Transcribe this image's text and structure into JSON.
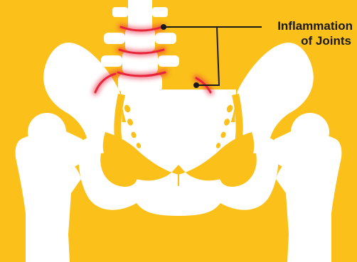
{
  "colors": {
    "background": "#FBC01A",
    "bone": "#FFFFFF",
    "inflammation": "#E8243A",
    "leader_line": "#1A1A1A",
    "label_text": "#1A1A1A"
  },
  "callout": {
    "line1": "Inflammation",
    "line2": "of Joints"
  },
  "icons": {
    "main": "pelvis-spine-illustration"
  }
}
